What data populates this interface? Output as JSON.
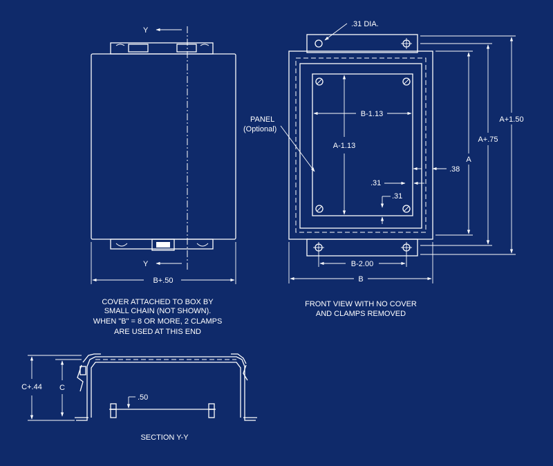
{
  "colors": {
    "background": "#0f2a6a",
    "ink": "#ffffff"
  },
  "side_view": {
    "section_marker_top": "Y",
    "section_marker_bottom": "Y",
    "width_dim": "B+.50",
    "caption": [
      "COVER ATTACHED TO BOX BY",
      "SMALL CHAIN (NOT SHOWN).",
      "WHEN \"B\" = 8 OR MORE, 2 CLAMPS",
      "ARE USED AT THIS END"
    ]
  },
  "front_view": {
    "hole_dia": ".31 DIA.",
    "panel_label": "PANEL",
    "panel_sub": "(Optional)",
    "dims": {
      "panel_width": "B-1.13",
      "panel_height": "A-1.13",
      "right_offset": ".38",
      "h_offset": ".31",
      "v_offset": ".31",
      "body_height": "A",
      "mount_height": "A+.75",
      "overall_height": "A+1.50",
      "mount_width": "B-2.00",
      "body_width": "B"
    },
    "caption": [
      "FRONT VIEW WITH NO COVER",
      "AND CLAMPS REMOVED"
    ]
  },
  "section_view": {
    "dim_outer": "C+.44",
    "dim_inner": "C",
    "dim_standoff": ".50",
    "caption": "SECTION Y-Y"
  }
}
